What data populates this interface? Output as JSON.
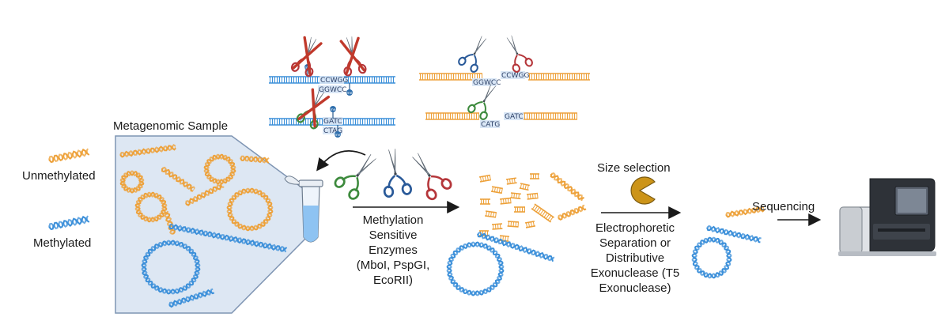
{
  "legend": {
    "unmethylated": "Unmethylated",
    "methylated": "Methylated"
  },
  "sample": {
    "title": "Metagenomic Sample"
  },
  "sites": {
    "methylated_top": [
      "CCWGG",
      "GGWCC"
    ],
    "methylated_bottom": [
      "GATC",
      "CTAG"
    ],
    "unmethylated_top": [
      "GGWCC",
      "CCWGG"
    ],
    "unmethylated_bottom": [
      "CATG",
      "GATC"
    ],
    "methyl_mark": "me"
  },
  "steps": {
    "digest": [
      "Methylation",
      "Sensitive",
      "Enzymes",
      "(MboI, PspGI,",
      "EcoRII)"
    ],
    "size_title": "Size selection",
    "size": [
      "Electrophoretic",
      "Separation or",
      "Distributive",
      "Exonuclease (T5",
      "Exonuclease)"
    ],
    "sequencing": "Sequencing"
  },
  "colors": {
    "methylated": "#3b8fd9",
    "unmethylated": "#eda13a",
    "scissor_green": "#3d8a3d",
    "scissor_blue": "#2a5a99",
    "scissor_red": "#b5363a",
    "pacman": "#cc9419",
    "panel_fill": "#dde7f3",
    "panel_stroke": "#7f95b3"
  }
}
